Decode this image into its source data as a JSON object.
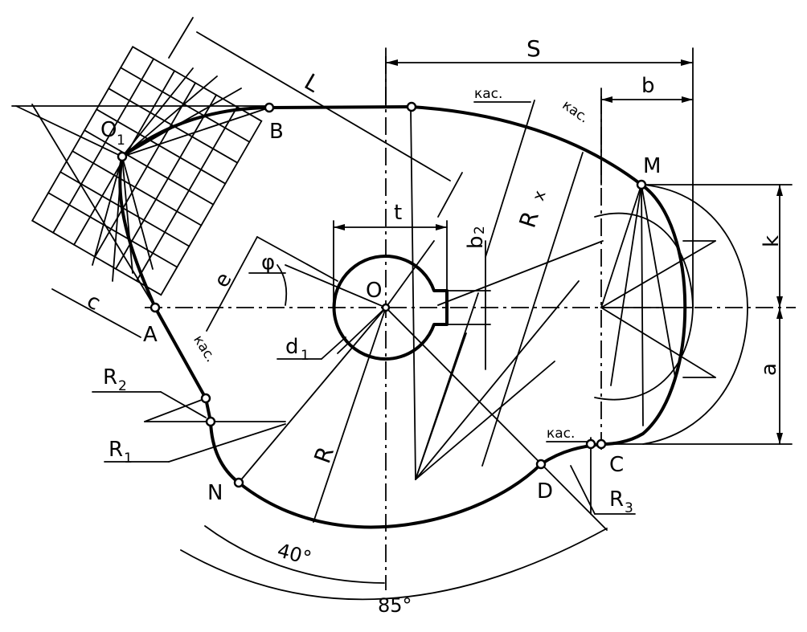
{
  "points": {
    "O1": "O",
    "O1_sub": "1",
    "B": "B",
    "A": "A",
    "O": "O",
    "M": "M",
    "N": "N",
    "D": "D",
    "C": "C"
  },
  "dimensions": {
    "S": "S",
    "L": "L",
    "b": "b",
    "t": "t",
    "b2": "b",
    "b2_sub": "2",
    "Rx": "R",
    "Rx_sub": "x",
    "k": "k",
    "e": "e",
    "phi": "φ",
    "c": "c",
    "d1": "d",
    "d1_sub": "1",
    "R": "R",
    "a": "a",
    "R1": "R",
    "R1_sub": "1",
    "R2": "R",
    "R2_sub": "2",
    "R3": "R",
    "R3_sub": "3",
    "angle40": "40°",
    "angle85": "85°"
  },
  "notes": {
    "kas": "кас."
  }
}
